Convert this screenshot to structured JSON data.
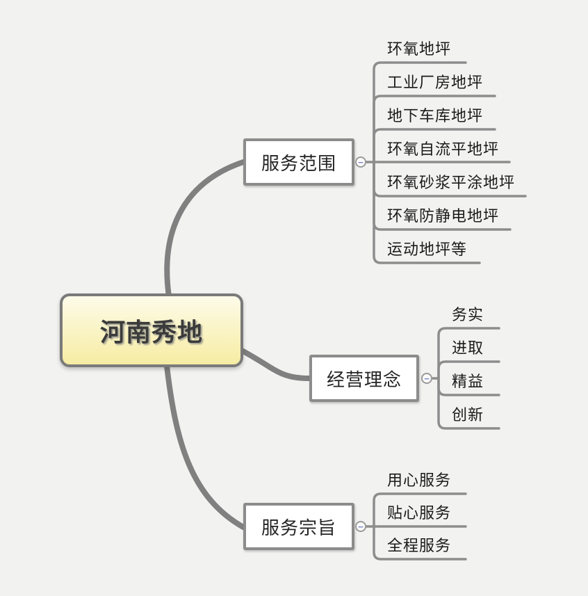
{
  "root": {
    "label": "河南秀地"
  },
  "branches": [
    {
      "label": "服务范围",
      "children": [
        "环氧地坪",
        "工业厂房地坪",
        "地下车库地坪",
        "环氧自流平地坪",
        "环氧砂浆平涂地坪",
        "环氧防静电地坪",
        "运动地坪等"
      ]
    },
    {
      "label": "经营理念",
      "children": [
        "务实",
        "进取",
        "精益",
        "创新"
      ]
    },
    {
      "label": "服务宗旨",
      "children": [
        "用心服务",
        "贴心服务",
        "全程服务"
      ]
    }
  ],
  "collapse_glyph": "−",
  "colors": {
    "background": "#f2f2f1",
    "main_curve": "#808080",
    "child_line": "#8d8d8d",
    "branch_border": "#8c8c8c",
    "root_border": "#7a7a7a",
    "root_fill_top": "#fdfbe9",
    "root_fill_bottom": "#f6eca3",
    "collapse_minus": "#7b86c8",
    "text": "#1a1a1a"
  }
}
